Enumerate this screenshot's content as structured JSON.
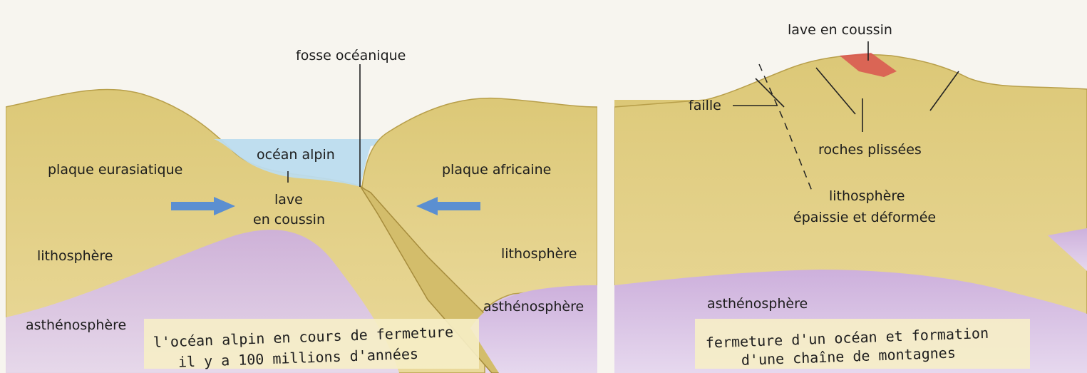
{
  "panels": [
    {
      "labels": {
        "fosse": "fosse océanique",
        "ocean": "océan alpin",
        "eurasian": "plaque eurasiatique",
        "african": "plaque africaine",
        "lava_line1": "lave",
        "lava_line2": "en coussin",
        "litho_left": "lithosphère",
        "litho_right": "lithosphère",
        "astheno_left": "asthénosphère",
        "astheno_right": "asthénosphère"
      },
      "caption_line1": "l'océan alpin en cours de fermeture",
      "caption_line2": "il y a 100 millions d'années"
    },
    {
      "labels": {
        "lava": "lave en coussin",
        "fault": "faille",
        "folded": "roches plissées",
        "litho_line1": "lithosphère",
        "litho_line2": "épaissie et déformée",
        "astheno": "asthénosphère"
      },
      "caption_line1": "fermeture d'un océan et formation",
      "caption_line2": "d'une chaîne de montagnes"
    }
  ],
  "colors": {
    "lithosphere": "#e4d38a",
    "lithosphere_dark": "#cdb563",
    "asthenosphere": "#d8c3e3",
    "ocean": "#bcdcee",
    "arrow": "#5b8fd1",
    "lava": "#d9534f",
    "caption_bg": "#f6eec7"
  },
  "icons": [
    "arrow-right-icon",
    "arrow-left-icon"
  ]
}
